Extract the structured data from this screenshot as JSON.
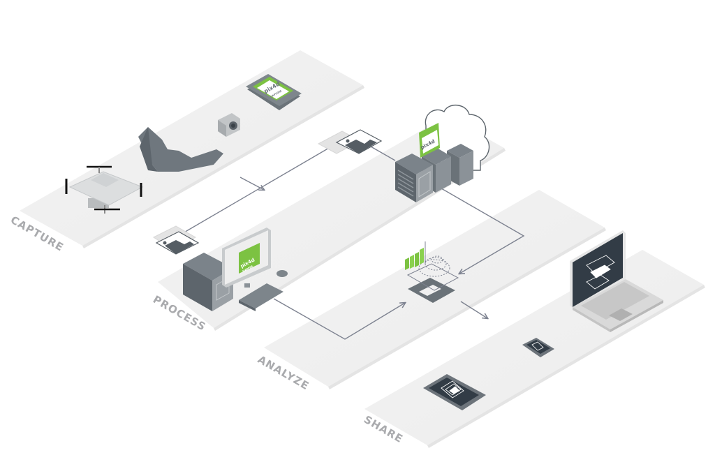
{
  "diagram": {
    "title": "Pix4D drone mapping workflow",
    "stages": [
      {
        "id": "capture",
        "label": "CAPTURE",
        "items": [
          "quadcopter-drone",
          "fixed-wing-drone",
          "camera",
          "tablet-pix4d-capture"
        ]
      },
      {
        "id": "process",
        "label": "PROCESS",
        "items": [
          "desktop-tower",
          "monitor-pix4d-mapper",
          "keyboard",
          "mouse",
          "image-stack",
          "cloud-servers-pix4d",
          "image-stack-cloud"
        ]
      },
      {
        "id": "analyze",
        "label": "ANALYZE",
        "items": [
          "analysis-3d-model"
        ]
      },
      {
        "id": "share",
        "label": "SHARE",
        "items": [
          "laptop",
          "smartphone",
          "tablet"
        ]
      }
    ],
    "app_badges": {
      "capture": {
        "brand": "pix4d",
        "sub": "CAPTURE"
      },
      "mapper": {
        "brand": "pix4d",
        "sub": "MAPPER"
      },
      "cloud": {
        "brand": "pix4d",
        "sub": ""
      }
    },
    "connections": [
      {
        "from": "capture",
        "to": "process-images"
      },
      {
        "from": "desktop",
        "to": "analyze"
      },
      {
        "from": "cloud-servers",
        "to": "analyze"
      },
      {
        "from": "analyze",
        "to": "share"
      }
    ],
    "colors": {
      "brand_green": "#7cc242",
      "device_gray": "#6d747b",
      "device_dark": "#525a61",
      "screen_dark": "#323c46",
      "plane": "#f0f0f0",
      "label": "#a9aaad",
      "line": "#7d8290"
    }
  }
}
